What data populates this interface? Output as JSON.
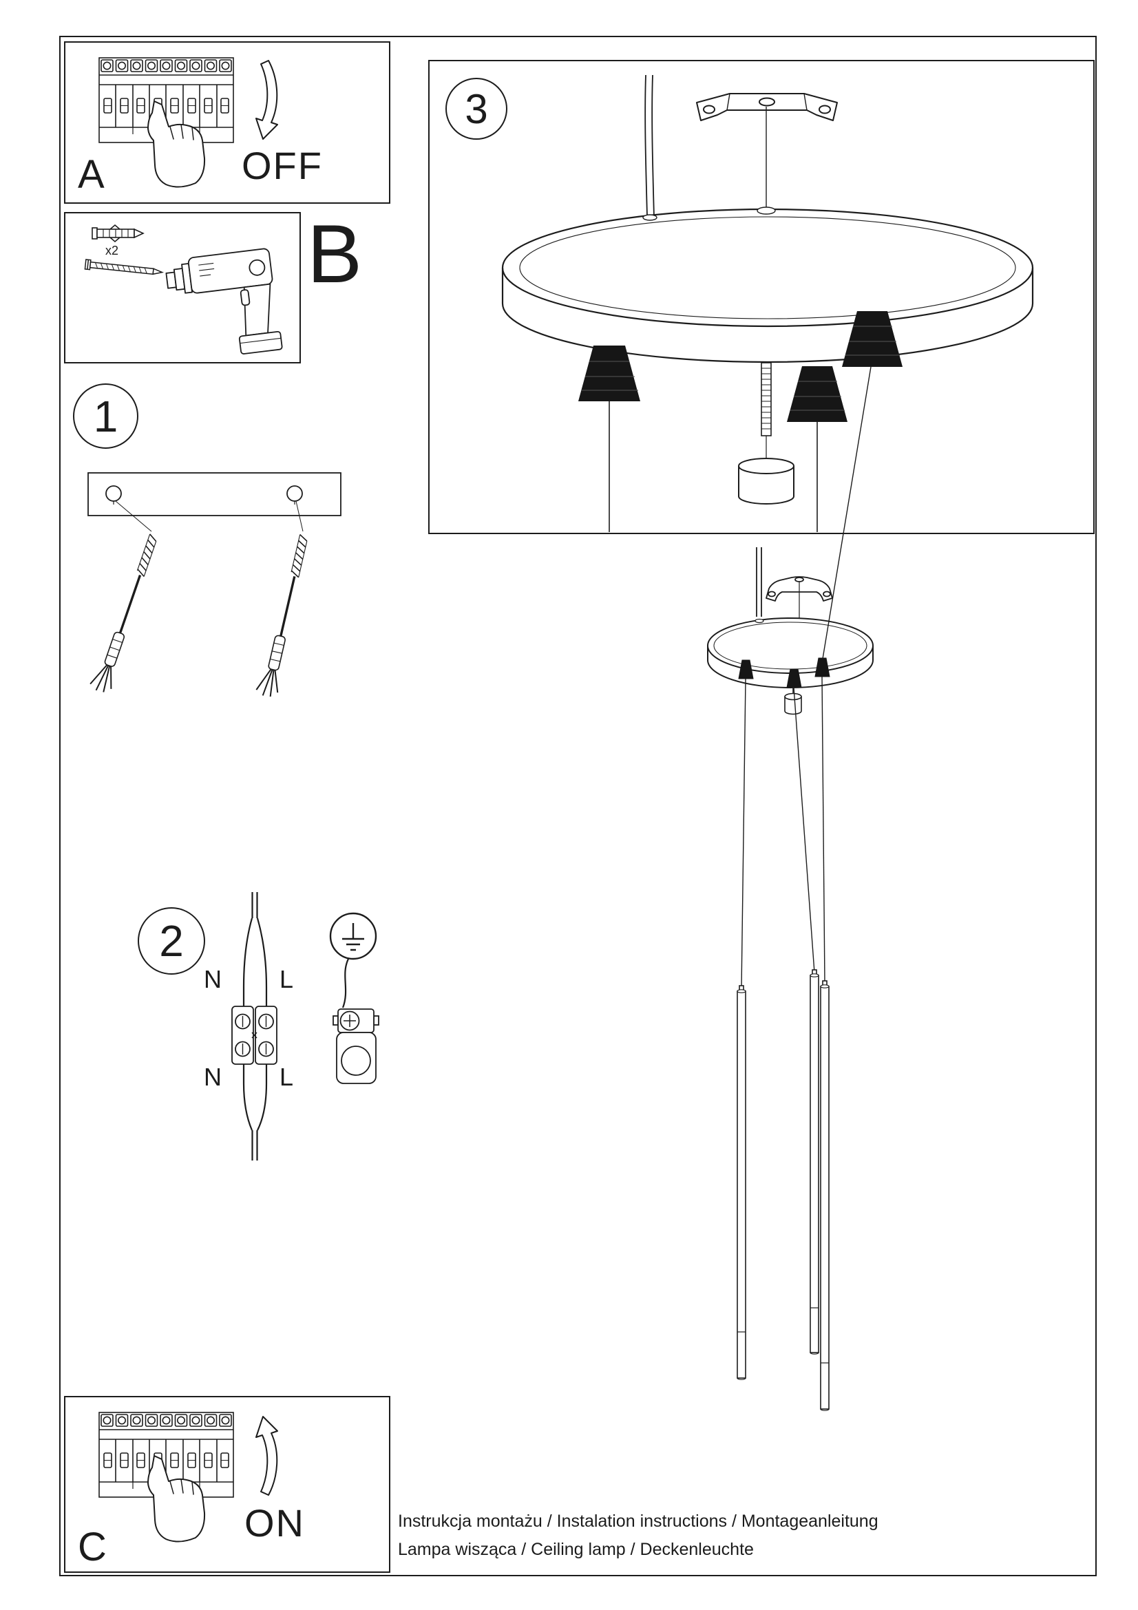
{
  "panels": {
    "a": {
      "label": "A",
      "action": "OFF"
    },
    "b": {
      "label": "B",
      "anchor_qty": "x2"
    },
    "c": {
      "label": "C",
      "action": "ON"
    }
  },
  "steps": {
    "s1": {
      "number": "1"
    },
    "s2": {
      "number": "2",
      "wire_top_left": "N",
      "wire_top_right": "L",
      "wire_bottom_left": "N",
      "wire_bottom_right": "L"
    },
    "s3": {
      "number": "3"
    }
  },
  "footer": {
    "line1": "Instrukcja montażu / Instalation instructions / Montageanleitung",
    "line2": "Lampa wisząca / Ceiling lamp / Deckenleuchte"
  }
}
